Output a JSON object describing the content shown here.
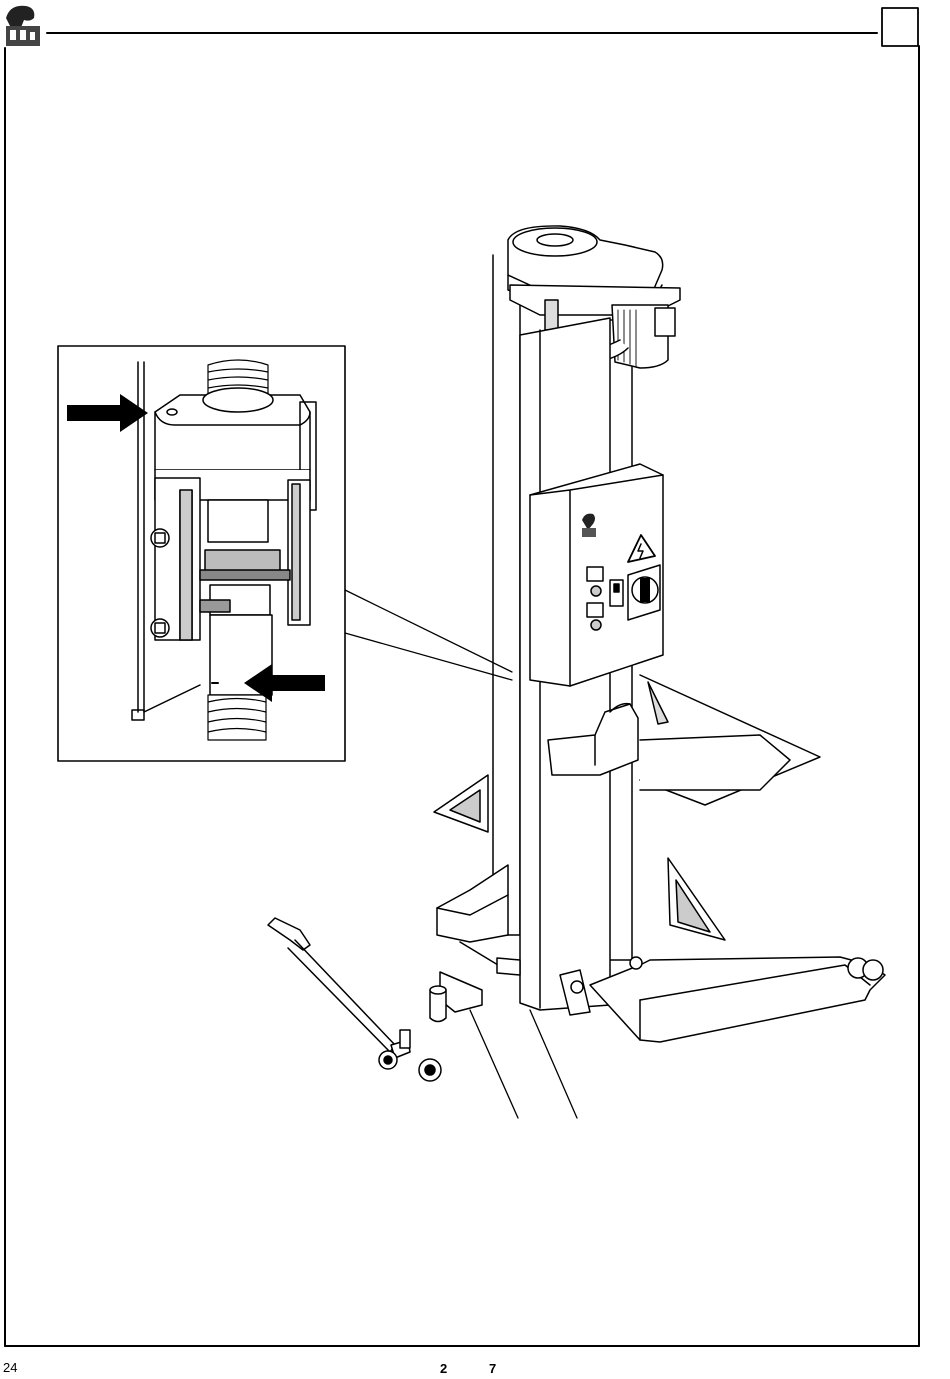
{
  "page": {
    "logo": "brand-logo",
    "page_number": "24",
    "footer_labels": [
      "2",
      "7"
    ]
  },
  "illustration": {
    "subject": "column-lift-technical-drawing",
    "icons": [
      "arrow-right-icon",
      "arrow-left-icon",
      "electrical-hazard-icon"
    ]
  }
}
